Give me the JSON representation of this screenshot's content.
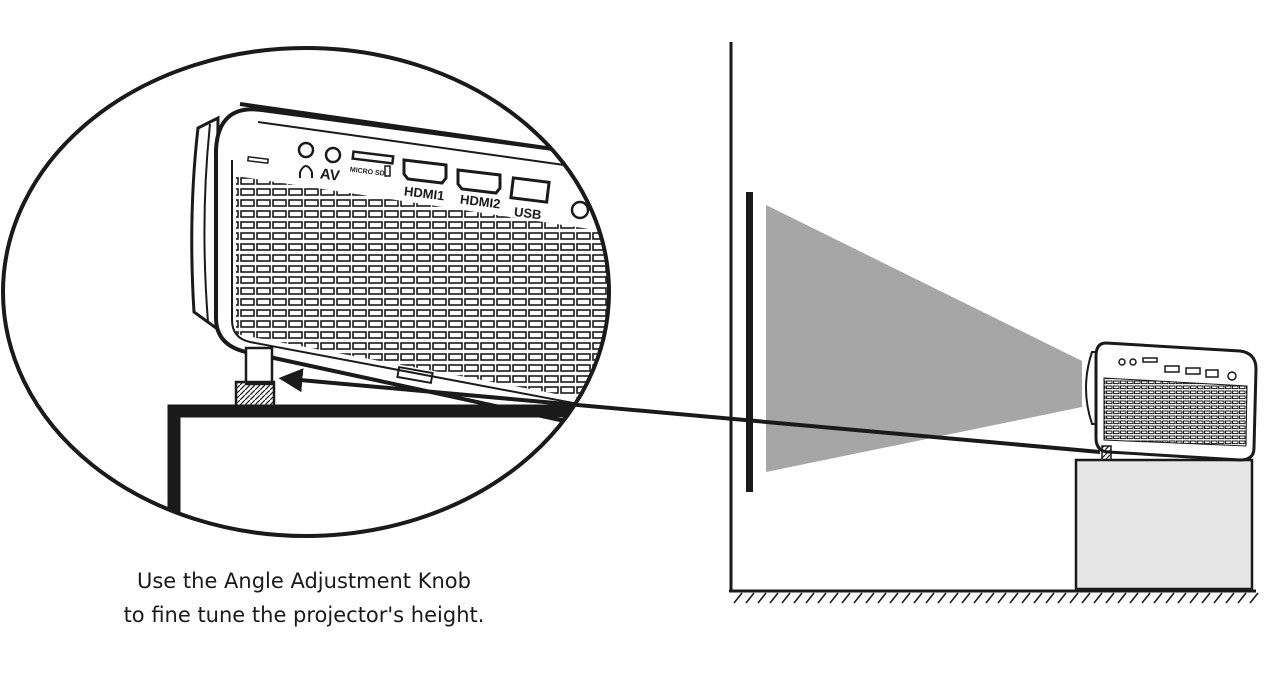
{
  "caption": {
    "line1": "Use the Angle Adjustment Knob",
    "line2": "to fine tune the projector's height."
  },
  "ports": {
    "av": "AV",
    "microsd": "MICRO SD",
    "hdmi1": "HDMI1",
    "hdmi2": "HDMI2",
    "usb": "USB"
  },
  "colors": {
    "line": "#1a1a1a",
    "beam": "#a6a6a6",
    "table": "#e6e6e6"
  }
}
